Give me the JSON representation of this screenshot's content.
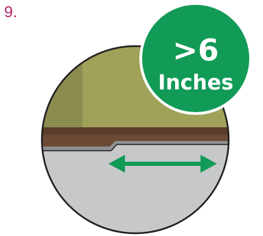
{
  "step": {
    "number": "9."
  },
  "badge": {
    "value": ">6",
    "unit": "Inches"
  },
  "colors": {
    "step_number": "#b3266b",
    "badge": "#129a57",
    "wall": "#a0a25a",
    "wall_shadow": "#8b8c50",
    "baseboard": "#6b4a35",
    "floor": "#c6c8ca",
    "arrow": "#129a57",
    "outline": "#231f20"
  },
  "icons": {
    "arrow": "double-headed-arrow"
  }
}
